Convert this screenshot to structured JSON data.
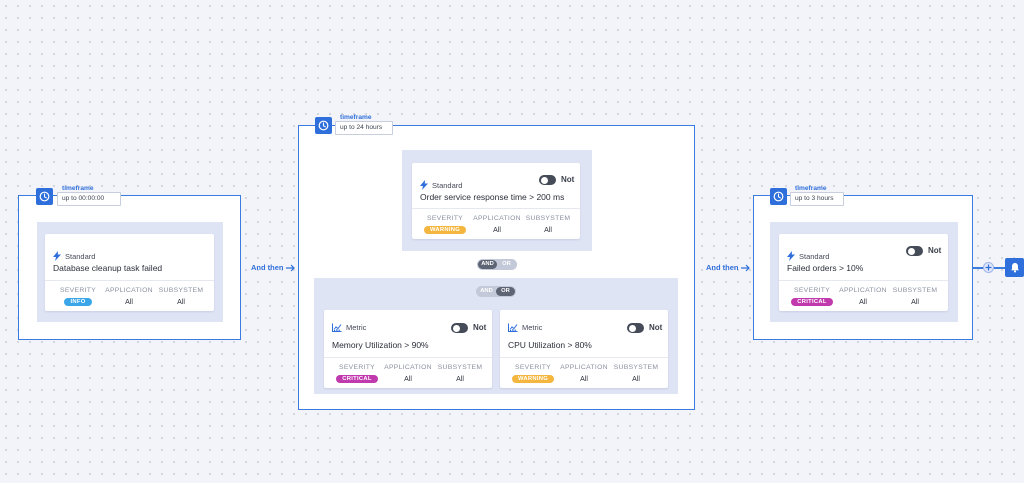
{
  "toggle_label": "Not",
  "column_headers": {
    "severity": "SEVERITY",
    "application": "APPLICATION",
    "subsystem": "SUBSYSTEM"
  },
  "connector_label": "And then",
  "andor": {
    "and": "AND",
    "or": "OR"
  },
  "timeframes": [
    {
      "title": "timeframe",
      "value": "up to 00:00:00"
    },
    {
      "title": "timeframe",
      "value": "up to 24 hours"
    },
    {
      "title": "timeframe",
      "value": "up to 3 hours"
    }
  ],
  "cards": {
    "db_cleanup": {
      "type": "Standard",
      "title": "Database cleanup task failed",
      "severity": "INFO",
      "application": "All",
      "subsystem": "All"
    },
    "order_service": {
      "type": "Standard",
      "title": "Order service response time > 200 ms",
      "severity": "WARNING",
      "application": "All",
      "subsystem": "All"
    },
    "memory": {
      "type": "Metric",
      "title": "Memory Utilization > 90%",
      "severity": "CRITICAL",
      "application": "All",
      "subsystem": "All"
    },
    "cpu": {
      "type": "Metric",
      "title": "CPU Utilization > 80%",
      "severity": "WARNING",
      "application": "All",
      "subsystem": "All"
    },
    "failed_orders": {
      "type": "Standard",
      "title": "Failed orders > 10%",
      "severity": "CRITICAL",
      "application": "All",
      "subsystem": "All"
    }
  },
  "colors": {
    "accent": "#2f6fdb",
    "info": "#3aa6e8",
    "warning": "#f4b63f",
    "critical": "#c03aae"
  },
  "icons": {
    "standard": "lightning-icon",
    "metric": "chart-icon",
    "timeframe": "clock-icon",
    "add": "plus-icon",
    "notify": "bell-icon"
  }
}
